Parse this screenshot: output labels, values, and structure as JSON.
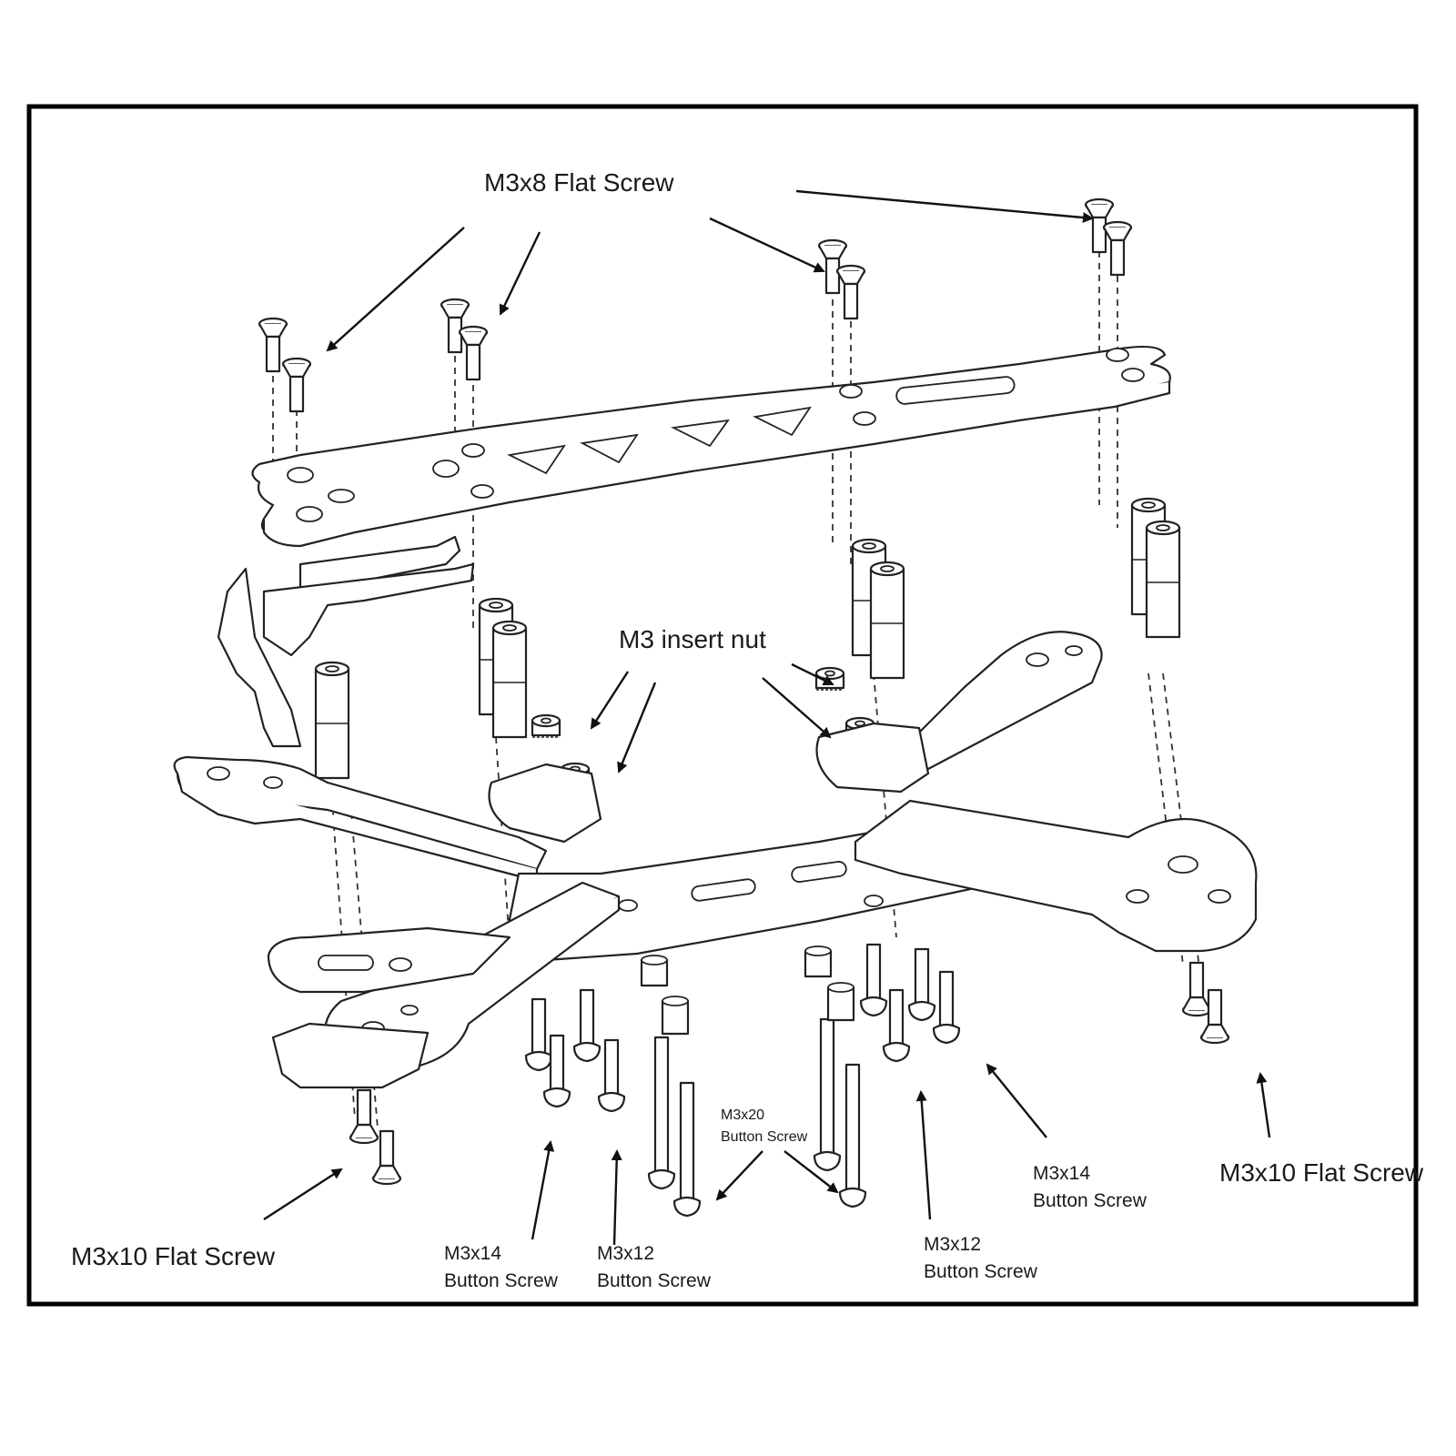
{
  "diagram": {
    "labels": {
      "top_flat_screw": "M3x8 Flat Screw",
      "insert_nut": "M3 insert nut",
      "left_flat_screw": "M3x10 Flat Screw",
      "right_flat_screw": "M3x10 Flat Screw",
      "btn14_left_line1": "M3x14",
      "btn14_left_line2": "Button Screw",
      "btn12_left_line1": "M3x12",
      "btn12_left_line2": "Button Screw",
      "btn20_line1": "M3x20",
      "btn20_line2": "Button Screw",
      "btn12_right_line1": "M3x12",
      "btn12_right_line2": "Button Screw",
      "btn14_right_line1": "M3x14",
      "btn14_right_line2": "Button Screw"
    },
    "colors": {
      "line": "#222222",
      "frame": "#000000",
      "background": "#ffffff"
    }
  }
}
